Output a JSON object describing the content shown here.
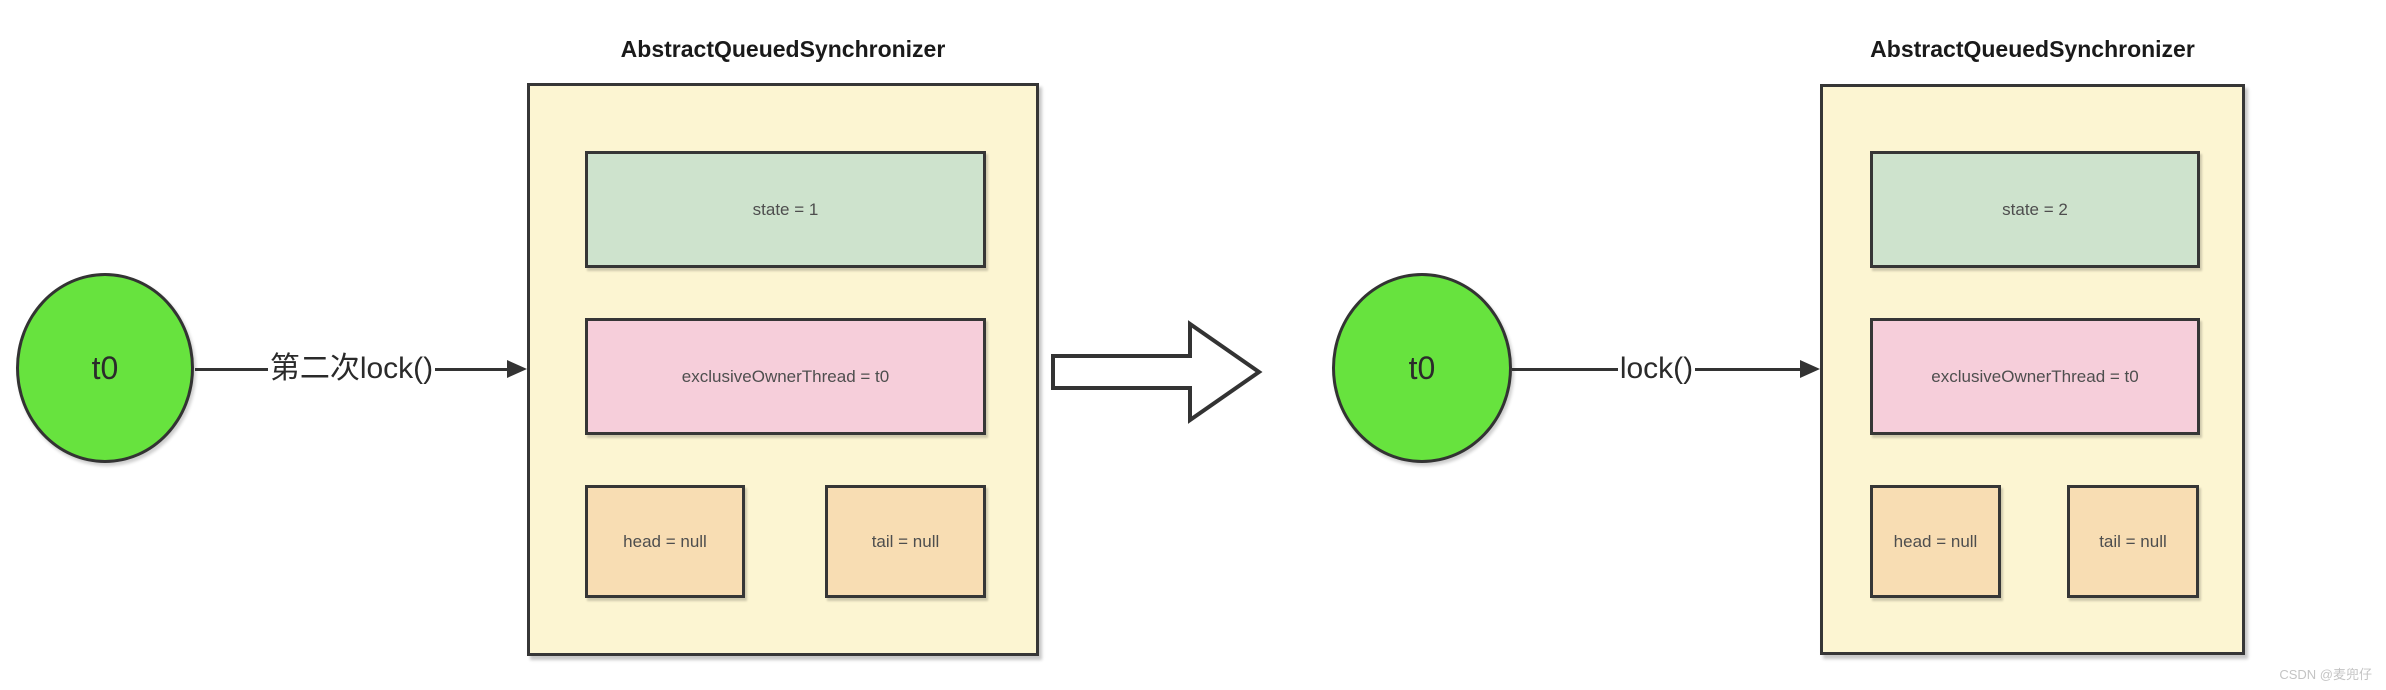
{
  "watermark": "CSDN @麦兜仔",
  "colors": {
    "container_fill": "#fcf5d2",
    "state_fill": "#cee3cd",
    "owner_fill": "#f6ceda",
    "node_fill": "#f8ddb3",
    "thread_fill": "#67e33e",
    "border": "#363636",
    "arrow": "#333333",
    "watermark_text": "#c4c4c4"
  },
  "diagrams": [
    {
      "title": "AbstractQueuedSynchronizer",
      "thread_label": "t0",
      "arrow_label": "第二次lock()",
      "state": "state = 1",
      "owner": "exclusiveOwnerThread = t0",
      "head": "head = null",
      "tail": "tail = null"
    },
    {
      "title": "AbstractQueuedSynchronizer",
      "thread_label": "t0",
      "arrow_label": "lock()",
      "state": "state = 2",
      "owner": "exclusiveOwnerThread = t0",
      "head": "head = null",
      "tail": "tail = null"
    }
  ]
}
